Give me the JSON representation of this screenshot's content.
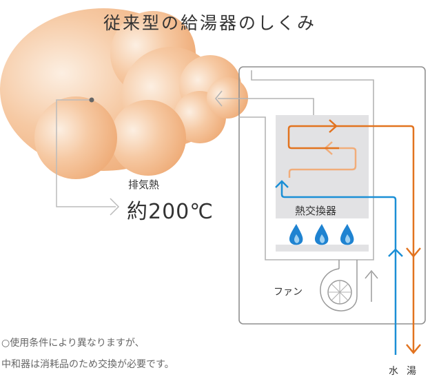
{
  "diagram": {
    "title": "従来型の給湯器のしくみ",
    "exhaust_label": "排気熱",
    "exhaust_temp": "約200℃",
    "heat_exchanger_label": "熱交換器",
    "fan_label": "ファン",
    "water_label": "水",
    "hot_water_label": "湯",
    "note_line1": "○使用条件により異なりますが、",
    "note_line2": "中和器は消耗品のため交換が必要です。"
  },
  "colors": {
    "cloud": "#efb281",
    "hot_pipe": "#e2731f",
    "warm_pipe": "#f1ad7a",
    "cold_pipe": "#1b8fd6",
    "flame": "#1f83d1",
    "unit_border": "#8f8f8f",
    "heat_exchanger_fill": "#e2e2e4"
  }
}
